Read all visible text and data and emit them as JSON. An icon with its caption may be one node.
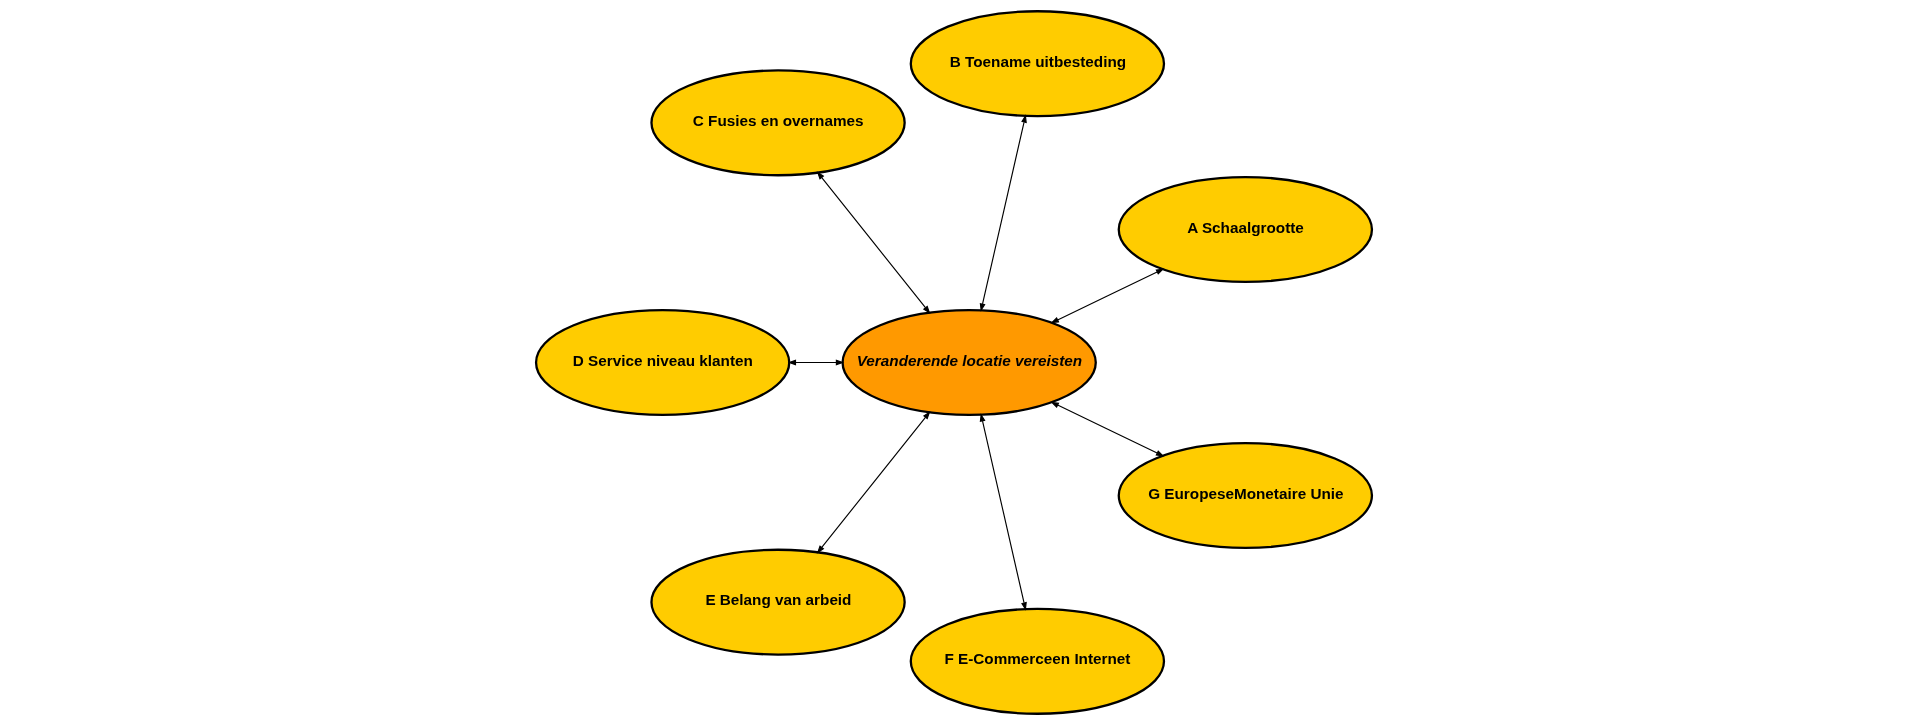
{
  "diagram": {
    "nodes": [
      {
        "text": [
          "Veranderende locatie vereisten"
        ]
      },
      {
        "text": [
          "A Schaalgrootte"
        ]
      },
      {
        "text": [
          "B Toename uitbesteding"
        ]
      },
      {
        "text": [
          "C Fusies en overnames"
        ]
      },
      {
        "text": [
          "D Service niveau klanten"
        ]
      },
      {
        "text": [
          "E Belang van arbeid"
        ]
      },
      {
        "text": [
          "F E-Commerceen Internet"
        ]
      },
      {
        "text": [
          "G EuropeseMonetaire Unie"
        ]
      }
    ],
    "edges": [
      {
        "from": 0,
        "to": 1,
        "arrow": "both"
      },
      {
        "from": 0,
        "to": 2,
        "arrow": "both"
      },
      {
        "from": 0,
        "to": 3,
        "arrow": "both"
      },
      {
        "from": 0,
        "to": 4,
        "arrow": "both"
      },
      {
        "from": 0,
        "to": 5,
        "arrow": "both"
      },
      {
        "from": 0,
        "to": 6,
        "arrow": "both"
      },
      {
        "from": 0,
        "to": 7,
        "arrow": "both"
      }
    ]
  }
}
